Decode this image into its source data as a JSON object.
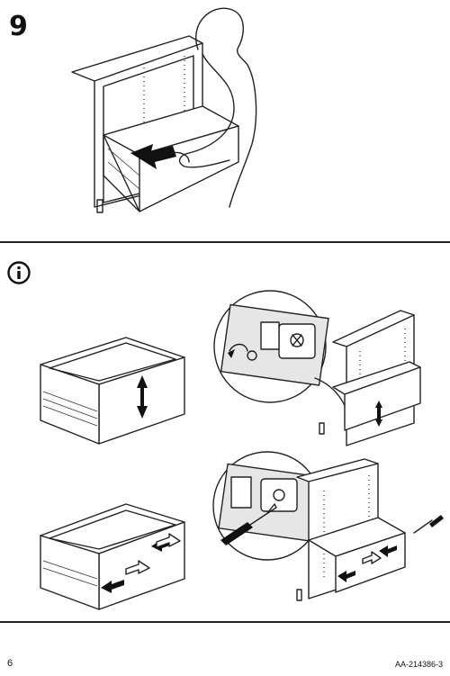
{
  "step": {
    "number": "9"
  },
  "info": {
    "icon": "info-icon"
  },
  "footer": {
    "page_number": "6",
    "doc_code": "AA-214386-3"
  }
}
